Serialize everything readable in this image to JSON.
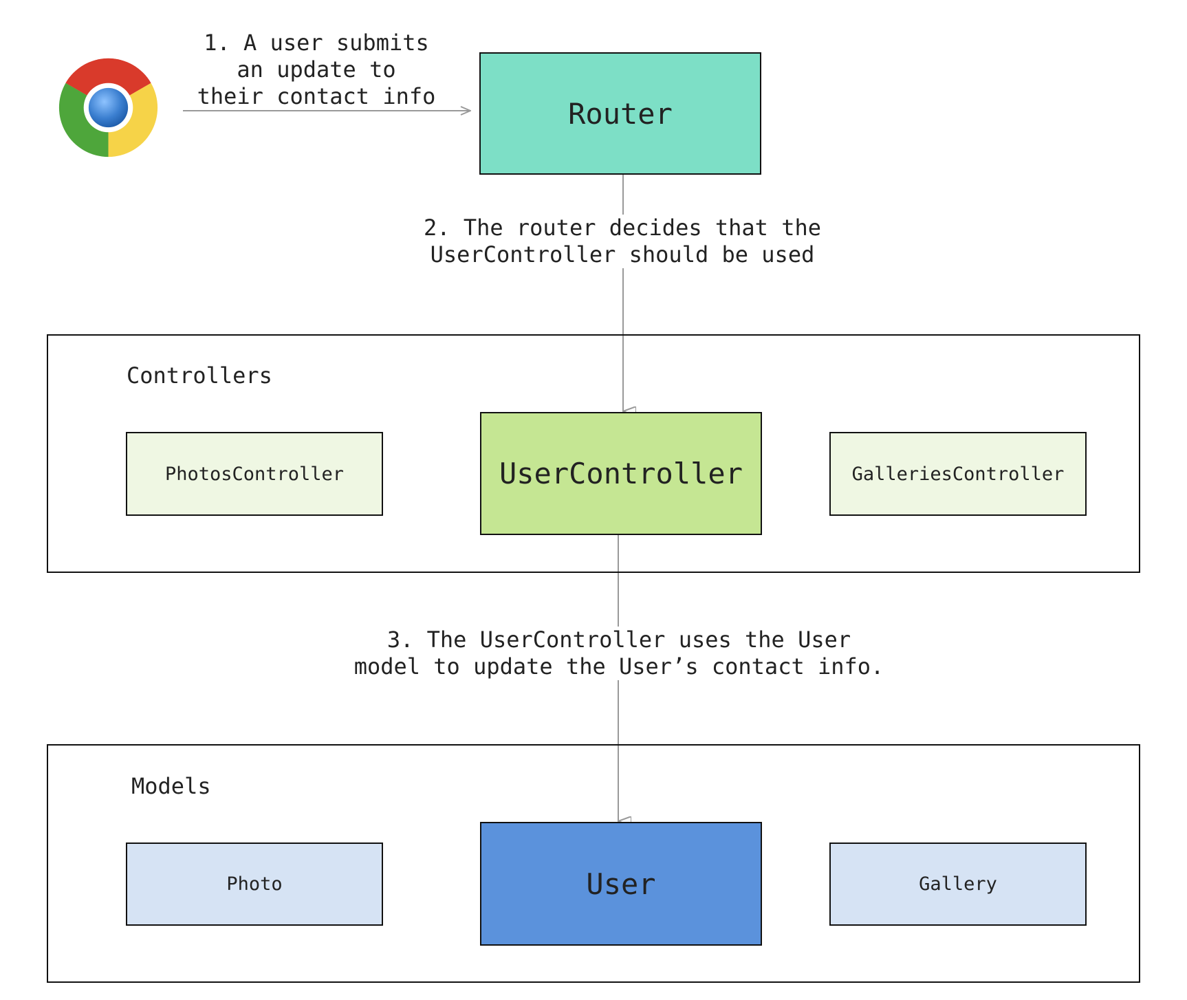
{
  "steps": {
    "step1": "1. A user submits\nan update to\ntheir contact info",
    "step2": "2. The router decides that the\nUserController should be used",
    "step3": "3. The UserController uses the User\nmodel to update the User’s contact info."
  },
  "router": {
    "label": "Router",
    "color": "#7ddfc6"
  },
  "controllers": {
    "label": "Controllers",
    "items": [
      {
        "label": "PhotosController",
        "color": "#eff7e3",
        "highlighted": false
      },
      {
        "label": "UserController",
        "color": "#c5e693",
        "highlighted": true
      },
      {
        "label": "GalleriesController",
        "color": "#eff7e3",
        "highlighted": false
      }
    ]
  },
  "models": {
    "label": "Models",
    "items": [
      {
        "label": "Photo",
        "color": "#d6e3f4",
        "highlighted": false
      },
      {
        "label": "User",
        "color": "#5b92dc",
        "highlighted": true
      },
      {
        "label": "Gallery",
        "color": "#d6e3f4",
        "highlighted": false
      }
    ]
  },
  "icons": {
    "browser": "chrome-browser-icon"
  },
  "colors": {
    "arrow": "#999999",
    "border": "#111111"
  }
}
